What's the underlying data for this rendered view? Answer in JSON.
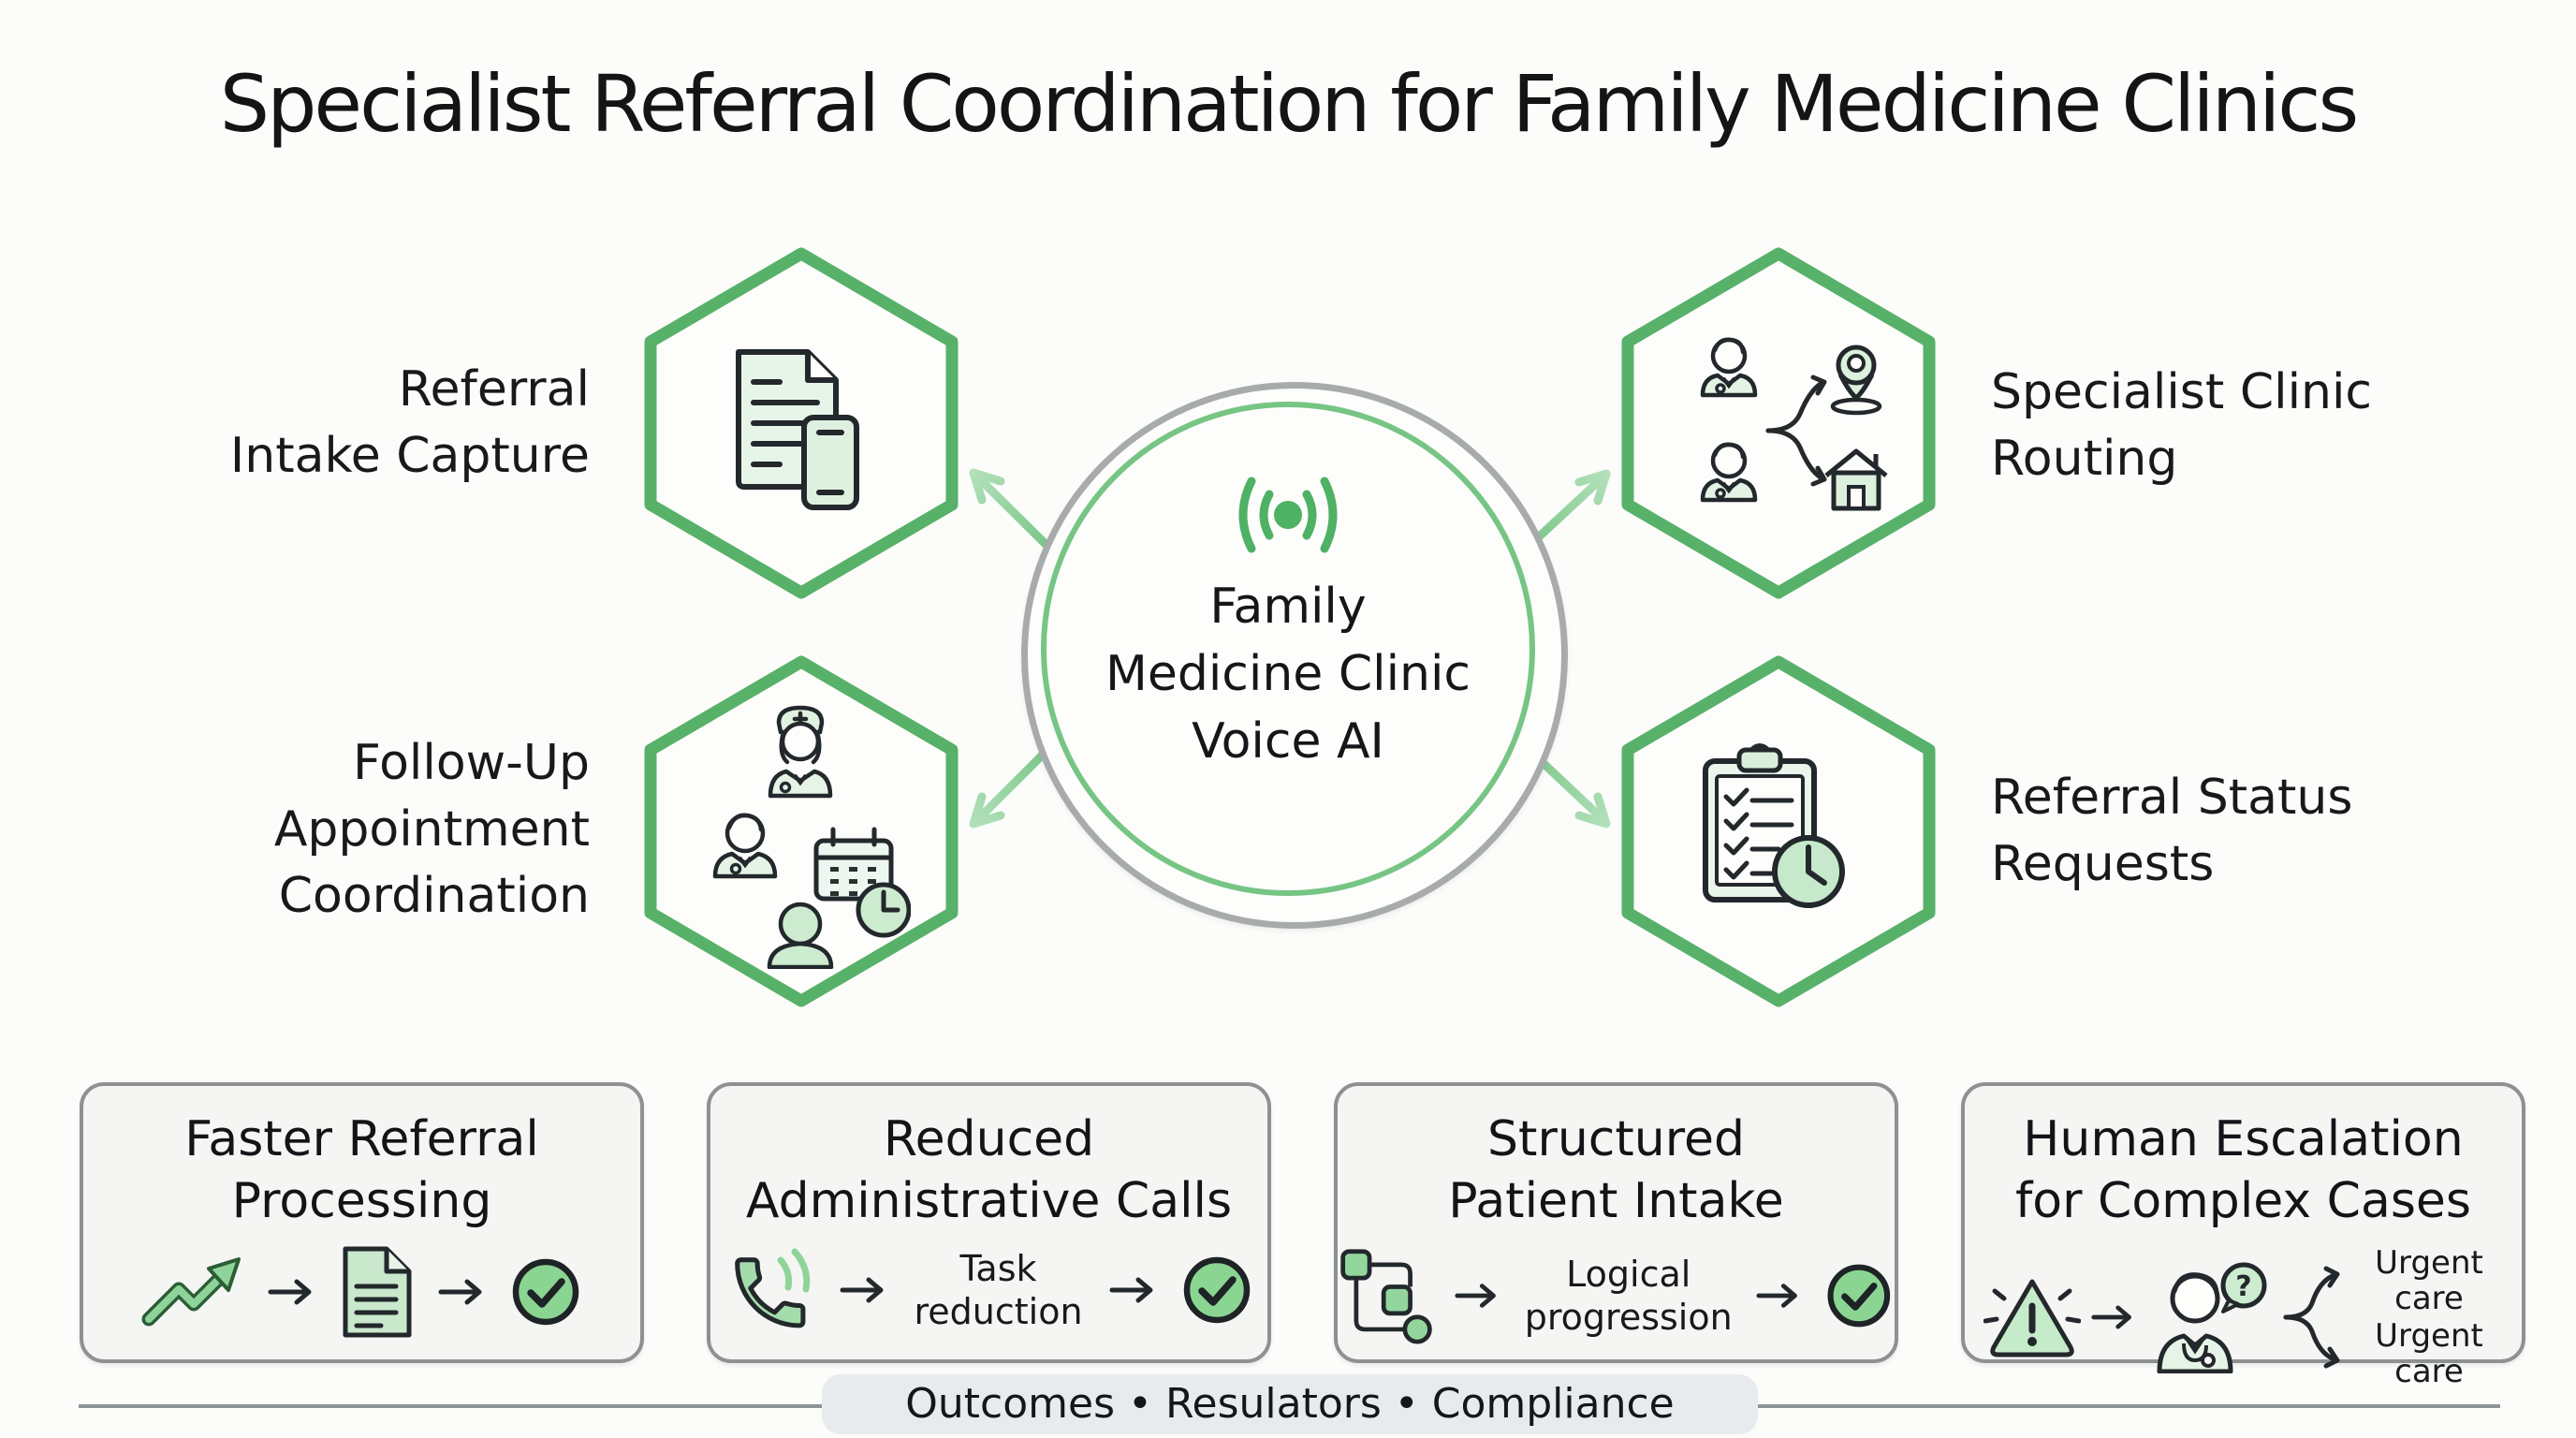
{
  "title": "Specialist Referral Coordination for Family Medicine Clinics",
  "colors": {
    "hex_green": "#58b169",
    "arrow_green": "#8fce9b",
    "icon_fill_green": "#d9efdb",
    "check_green": "#8bd593",
    "ring_gray": "#a8abac",
    "ring_green": "#77c584",
    "box_border_gray": "#8e9192",
    "ink": "#23282c"
  },
  "center": {
    "icon": "voice-broadcast-icon",
    "lines": [
      "Family",
      "Medicine Clinic",
      "Voice AI"
    ]
  },
  "features": [
    {
      "id": "referral-intake-capture",
      "position": "top-left",
      "icon": "document-phone-icon",
      "lines": [
        "Referral",
        "Intake Capture"
      ]
    },
    {
      "id": "specialist-clinic-routing",
      "position": "top-right",
      "icon": "doctors-routing-icon",
      "lines": [
        "Specialist Clinic",
        "Routing"
      ]
    },
    {
      "id": "follow-up-appointment-coordination",
      "position": "bottom-left",
      "icon": "care-team-calendar-icon",
      "lines": [
        "Follow-Up",
        "Appointment",
        "Coordination"
      ]
    },
    {
      "id": "referral-status-requests",
      "position": "bottom-right",
      "icon": "checklist-clock-icon",
      "lines": [
        "Referral Status",
        "Requests"
      ]
    }
  ],
  "outcomes": [
    {
      "title_lines": [
        "Faster Referral",
        "Processing"
      ],
      "flow": {
        "start_icon": "trend-up-icon",
        "middle_icon": "document-icon",
        "end_icon": "check-circle-icon"
      }
    },
    {
      "title_lines": [
        "Reduced",
        "Administrative Calls"
      ],
      "flow": {
        "start_icon": "phone-call-icon",
        "middle_text": [
          "Task",
          "reduction"
        ],
        "end_icon": "check-circle-icon"
      }
    },
    {
      "title_lines": [
        "Structured",
        "Patient Intake"
      ],
      "flow": {
        "start_icon": "flowchart-icon",
        "middle_text": [
          "Logical",
          "progression"
        ],
        "end_icon": "check-circle-icon"
      }
    },
    {
      "title_lines": [
        "Human Escalation",
        "for Complex Cases"
      ],
      "flow": {
        "start_icon": "warning-icon",
        "middle_icon": "doctor-question-icon",
        "bubble_char": "?",
        "branch_icon": "branch-split-icon",
        "branch_labels": [
          "Urgent care",
          "Urgent care"
        ]
      }
    }
  ],
  "footer": {
    "text": "Outcomes • Resulators • Compliance"
  }
}
